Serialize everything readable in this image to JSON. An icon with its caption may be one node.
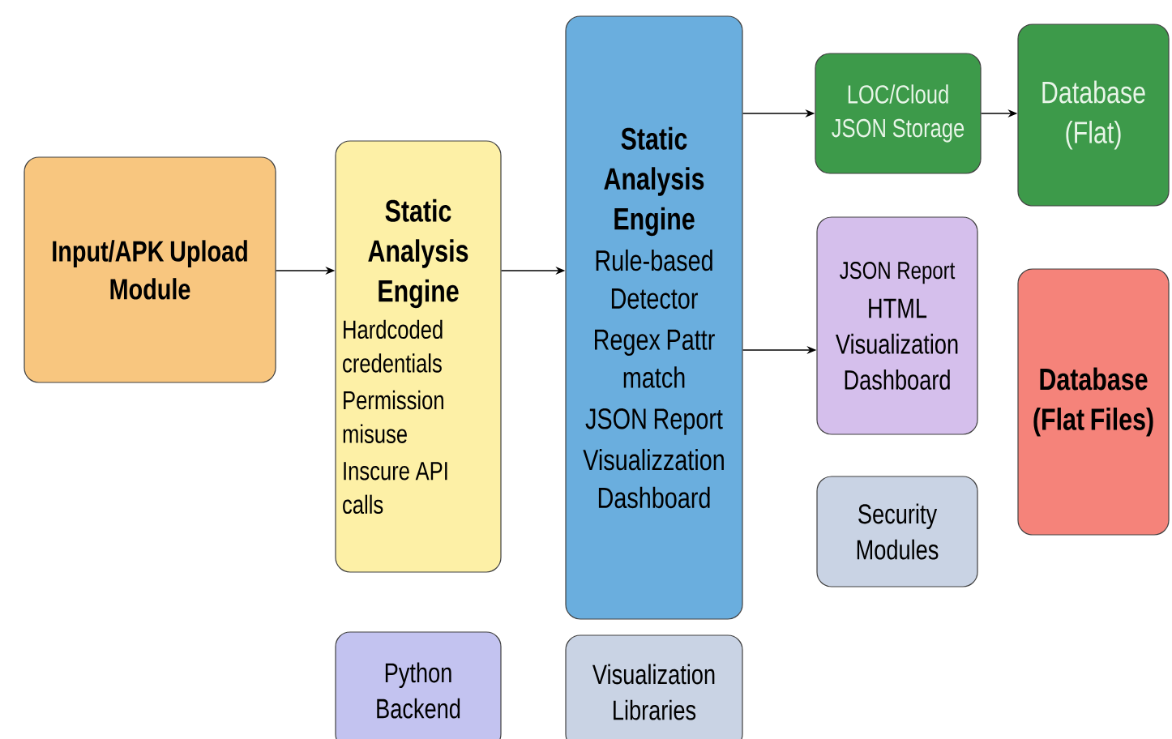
{
  "diagram": {
    "nodes": [
      {
        "text": [
          "Input/APK Upload Module"
        ]
      },
      {
        "text": [
          "Static Analysis Engine",
          "Hardcoded credentials",
          "Permission misuse",
          "Inscure API calls"
        ]
      },
      {
        "text": [
          "Static Analysis Engine",
          "Rule-based Detector",
          "Regex Pattr match",
          "JSON Report",
          "Visualizzation Dashboard"
        ]
      },
      {
        "text": [
          "LOC/Cloud JSON Storage"
        ]
      },
      {
        "text": [
          "Database (Flat)"
        ]
      },
      {
        "text": [
          "JSON Report",
          "HTML Visualization Dashboard"
        ]
      },
      {
        "text": [
          "Database (Flat Files)"
        ]
      },
      {
        "text": [
          "Security Modules"
        ]
      },
      {
        "text": [
          "Python Backend"
        ]
      },
      {
        "text": [
          "Visualization Libraries"
        ]
      }
    ],
    "edges": [
      {
        "from": 0,
        "to": 1,
        "arrow": "to"
      },
      {
        "from": 1,
        "to": 2,
        "arrow": "to"
      },
      {
        "from": 2,
        "to": 3,
        "arrow": "to"
      },
      {
        "from": 3,
        "to": 4,
        "arrow": "to"
      },
      {
        "from": 2,
        "to": 5,
        "arrow": "to"
      }
    ]
  }
}
